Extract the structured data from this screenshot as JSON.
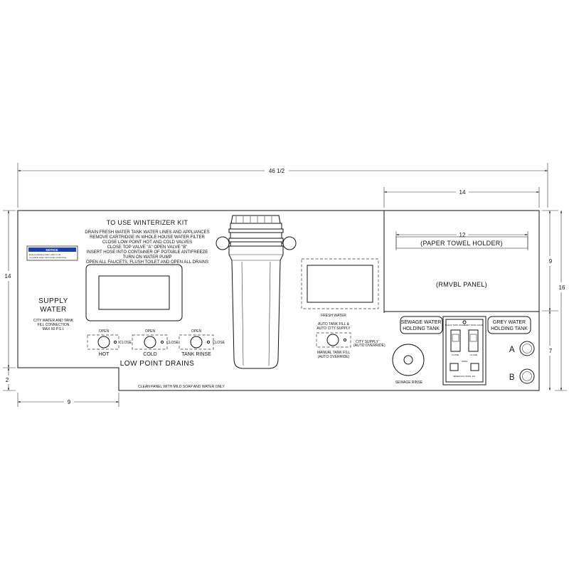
{
  "dimensions": {
    "total_width": "46 1/2",
    "right_width": "14",
    "inner_width": "12",
    "left_height": "14",
    "right_upper_height": "9",
    "right_total_height": "16",
    "right_lower_height": "7",
    "notch_height": "2",
    "notch_width": "9"
  },
  "supply": {
    "title_line1": "SUPPLY",
    "title_line2": "WATER",
    "note_line1": "CITY WATER AND TANK",
    "note_line2": "FILL CONNECTION",
    "note_line3": "MAX 60 P.S.I."
  },
  "notice": {
    "badge": "NOTICE",
    "line1": "Ensure drinking water valve is off",
    "line2": "to potable water tank before winterizing."
  },
  "winterizer": {
    "title": "TO USE WINTERIZER KIT",
    "steps": [
      "DRAIN FRESH WATER TANK WATER LINES AND APPLIANCES",
      "REMOVE CARTRIDGE IN WHOLE HOUSE WATER FILTER",
      "CLOSE LOW POINT HOT AND COLD VALVES",
      "CLOSE TOP VALVE \"A\"   OPEN VALVE \"B\"",
      "INSERT HOSE INTO CONTAINER OF POTABLE ANTIFREEZE",
      "TURN ON WATER PUMP",
      "OPEN ALL FAUCETS, FLUSH TOILET AND OPEN ALL DRAINS"
    ]
  },
  "drains": {
    "title": "LOW POINT DRAINS",
    "open_label": "OPEN",
    "close_label": "CLOSE",
    "valves": [
      "HOT",
      "COLD",
      "TANK RINSE"
    ]
  },
  "fresh_water": {
    "label": "FRESH WATER",
    "auto_line1": "AUTO TANK FILL &",
    "auto_line2": "AUTO CITY SUPPLY",
    "city_line1": "CITY SUPPLY",
    "city_line2": "(AUTO OVERRIDE)",
    "manual_line1": "MANUAL TANK FILL",
    "manual_line2": "(AUTO OVERRIDE)"
  },
  "paper_towel": {
    "label": "(PAPER TOWEL HOLDER)",
    "panel_label": "(RMVBL PANEL)"
  },
  "sewage": {
    "title_line1": "SEWAGE WATER",
    "title_line2": "HOLDING TANK",
    "rinse_label": "SEWAGE RINSE"
  },
  "grey": {
    "title_line1": "GREY WATER",
    "title_line2": "HOLDING TANK"
  },
  "monitor": {
    "left_label": "BLACK TANK VALVE",
    "right_label": "GREY TANK VALVE",
    "open_label": "OPEN",
    "close_label": "CLOSE",
    "brand": "SEWER SOLUTIONS, INC."
  },
  "valves_ab": {
    "a": "A",
    "b": "B"
  },
  "footer": {
    "clean_note": "CLEAN PANEL WITH MILD SOAP AND WATER ONLY"
  },
  "colors": {
    "line": "#111111",
    "notice_blue": "#1a3fb0",
    "background": "#ffffff"
  }
}
